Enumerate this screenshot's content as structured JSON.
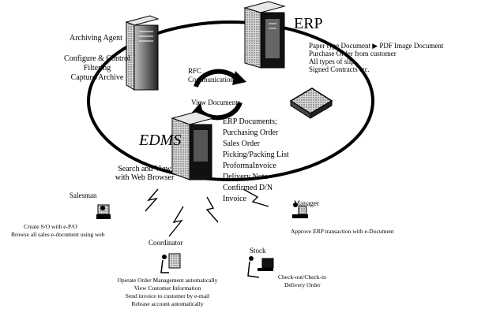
{
  "erp": {
    "title": "ERP",
    "doc_lines": [
      "Paper type Document ▶ PDF Image Document",
      "Purchase Order from customer",
      "All types of slip",
      "Signed Contracts etc."
    ]
  },
  "archiving_agent": {
    "title": "Archiving Agent",
    "lines": [
      "Configure & Control",
      "Filtering",
      "Capture/Archive"
    ]
  },
  "rfc": {
    "line1": "RFC",
    "line2": "Communication",
    "view_docs": "View Documents"
  },
  "edms": {
    "title": "EDMS",
    "search_lines": [
      "Search and View",
      "with Web Browser"
    ],
    "documents": [
      "ERP Documents;",
      "Purchasing Order",
      "Sales Order",
      "Picking/Packing List",
      "ProformaInvoice",
      "Delivery Note",
      "Confirmed D/N",
      "Invoice"
    ]
  },
  "salesman": {
    "title": "Salesman",
    "lines": [
      "Create S/O with e-P/O",
      "Browse all sales e-document using web"
    ]
  },
  "coordinator": {
    "title": "Coordinator",
    "lines": [
      "Operate Order Management automatically",
      "View Customer Information",
      "Send invoice to customer by  e-mail",
      "Release account automatically"
    ]
  },
  "stock": {
    "title": "Stock",
    "lines": [
      "Check-out/Check-in",
      "Delivery Order"
    ]
  },
  "manager": {
    "title": "Manager",
    "line": "Approve ERP transaction with e-Document"
  }
}
